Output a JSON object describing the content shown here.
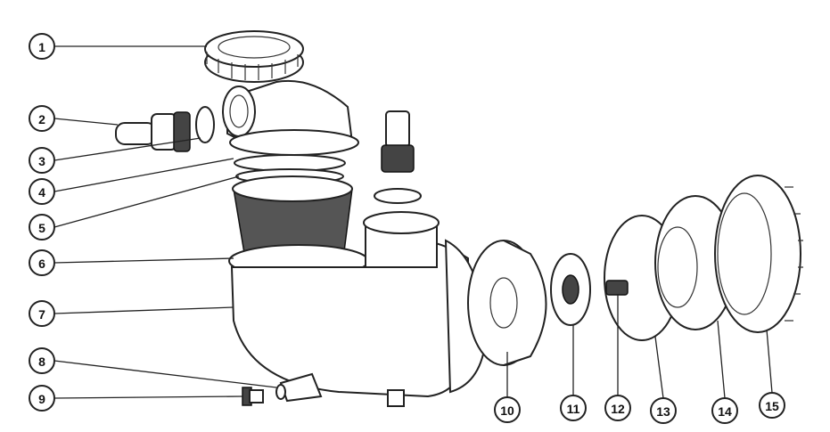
{
  "diagram": {
    "type": "exploded parts diagram",
    "callouts": [
      "1",
      "2",
      "3",
      "4",
      "5",
      "6",
      "7",
      "8",
      "9",
      "10",
      "11",
      "12",
      "13",
      "14",
      "15"
    ]
  },
  "colors": {
    "line": "#222222",
    "background": "#ffffff"
  }
}
